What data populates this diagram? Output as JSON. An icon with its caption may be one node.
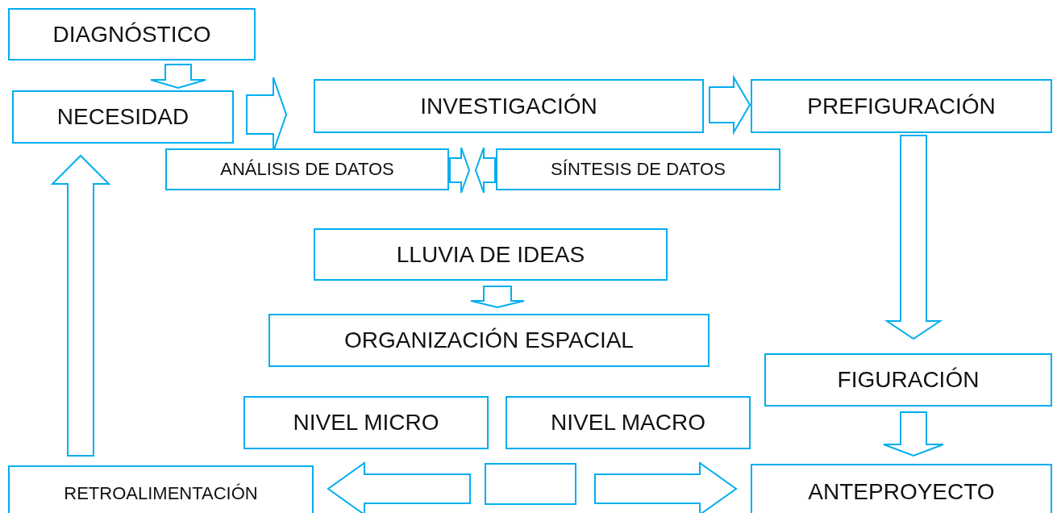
{
  "diagram": {
    "nodes": [
      {
        "text": [
          "DIAGNÓSTICO"
        ]
      },
      {
        "text": [
          "NECESIDAD"
        ]
      },
      {
        "text": [
          "INVESTIGACIÓN"
        ]
      },
      {
        "text": [
          "PREFIGURACIÓN"
        ]
      },
      {
        "text": [
          "ANÁLISIS DE DATOS"
        ]
      },
      {
        "text": [
          "SÍNTESIS DE DATOS"
        ]
      },
      {
        "text": [
          "LLUVIA DE IDEAS"
        ]
      },
      {
        "text": [
          "ORGANIZACIÓN ESPACIAL"
        ]
      },
      {
        "text": [
          "FIGURACIÓN"
        ]
      },
      {
        "text": [
          "NIVEL MICRO"
        ]
      },
      {
        "text": [
          "NIVEL MACRO"
        ]
      },
      {
        "text": [
          "RETROALIMENTACIÓN"
        ]
      },
      {
        "text": [],
        "shape": "box"
      },
      {
        "text": [
          "ANTEPROYECTO"
        ]
      }
    ],
    "edges": [
      {
        "from": 0,
        "to": 1,
        "arrow": "to"
      },
      {
        "from": 1,
        "to": 2,
        "arrow": "to"
      },
      {
        "from": 2,
        "to": 3,
        "arrow": "to"
      },
      {
        "from": 4,
        "to": 5,
        "arrow": "to"
      },
      {
        "from": 5,
        "to": 4,
        "arrow": "to"
      },
      {
        "from": 6,
        "to": 7,
        "arrow": "to"
      },
      {
        "from": 3,
        "to": 8,
        "arrow": "to"
      },
      {
        "from": 8,
        "to": 13,
        "arrow": "to"
      },
      {
        "from": 12,
        "to": 11,
        "arrow": "to"
      },
      {
        "from": 12,
        "to": 13,
        "arrow": "to"
      },
      {
        "from": 11,
        "to": 1,
        "arrow": "to"
      }
    ]
  }
}
